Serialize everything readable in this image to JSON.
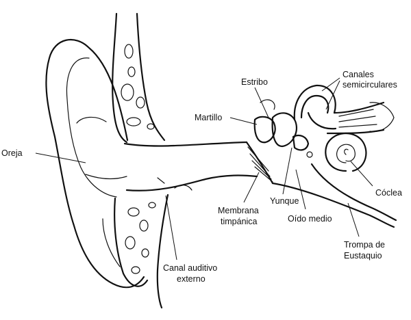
{
  "diagram": {
    "labels": {
      "oreja": "Oreja",
      "estribo": "Estribo",
      "martillo": "Martillo",
      "canales_1": "Canales",
      "canales_2": "semicirculares",
      "coclea": "Cóclea",
      "yunque": "Yunque",
      "membrana_1": "Membrana",
      "membrana_2": "timpánica",
      "oido_medio": "Oído medio",
      "trompa_1": "Trompa de",
      "trompa_2": "Eustaquio",
      "canal_1": "Canal auditivo",
      "canal_2": "externo"
    }
  }
}
